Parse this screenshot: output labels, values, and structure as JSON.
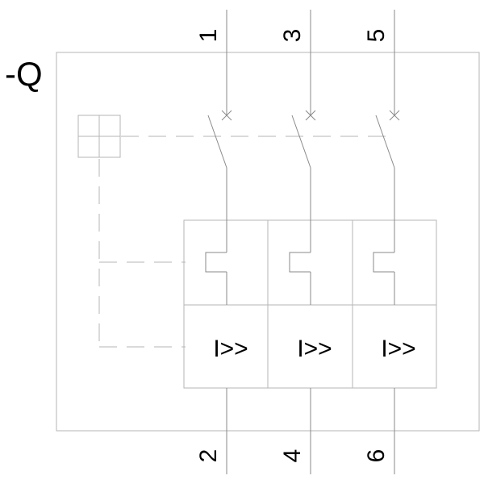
{
  "designation": "-Q",
  "poles": [
    {
      "top_terminal": "1",
      "bottom_terminal": "2",
      "trip_label": "I>>"
    },
    {
      "top_terminal": "3",
      "bottom_terminal": "4",
      "trip_label": "I>>"
    },
    {
      "top_terminal": "5",
      "bottom_terminal": "6",
      "trip_label": "I>>"
    }
  ]
}
